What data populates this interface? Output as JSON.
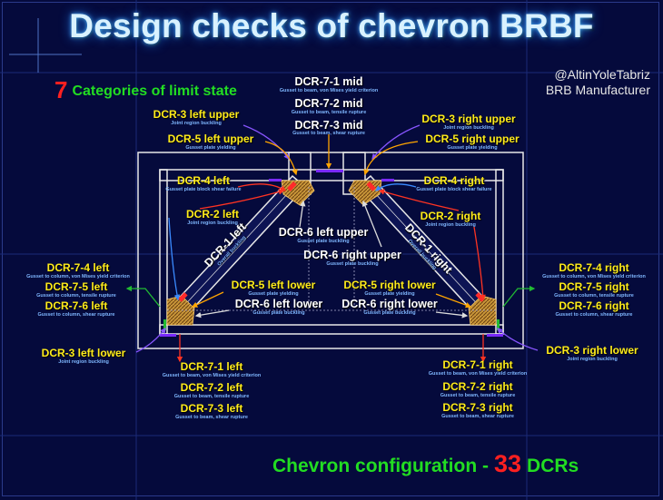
{
  "title": "Design checks of chevron BRBF",
  "categories": {
    "number": "7",
    "text": "Categories of limit state"
  },
  "brand": {
    "line1": "@AltinYoleTabriz",
    "line2": "BRB Manufacturer"
  },
  "footer": {
    "prefix": "Chevron configuration -",
    "number": "33",
    "suffix": "DCRs"
  },
  "labels": {
    "dcr71_mid": "DCR-7-1 mid",
    "dcr71_mid_sub": "Gusset to beam, von Mises yield criterion",
    "dcr72_mid": "DCR-7-2 mid",
    "dcr72_mid_sub": "Gusset to beam, tensile rupture",
    "dcr73_mid": "DCR-7-3 mid",
    "dcr73_mid_sub": "Gusset to beam, shear rupture",
    "dcr3_lu": "DCR-3 left upper",
    "dcr3_lu_sub": "Joint region buckling",
    "dcr5_lu": "DCR-5 left upper",
    "dcr5_lu_sub": "Gusset plate yielding",
    "dcr3_ru": "DCR-3 right upper",
    "dcr3_ru_sub": "Joint region buckling",
    "dcr5_ru": "DCR-5 right upper",
    "dcr5_ru_sub": "Gusset plate yielding",
    "dcr4_l": "DCR-4 left",
    "dcr4_l_sub": "Gusset plate block shear failure",
    "dcr4_r": "DCR-4 right",
    "dcr4_r_sub": "Gusset plate block shear failure",
    "dcr2_l": "DCR-2 left",
    "dcr2_l_sub": "Joint region buckling",
    "dcr2_r": "DCR-2 right",
    "dcr2_r_sub": "Joint region buckling",
    "dcr6_lu": "DCR-6 left upper",
    "dcr6_lu_sub": "Gusset plate buckling",
    "dcr6_ru": "DCR-6 right upper",
    "dcr6_ru_sub": "Gusset plate buckling",
    "dcr1_l": "DCR-1 left",
    "dcr1_l_sub": "Overall buckling",
    "dcr1_r": "DCR-1 right",
    "dcr1_r_sub": "Overall buckling",
    "dcr5_ll": "DCR-5 left lower",
    "dcr5_ll_sub": "Gusset plate yielding",
    "dcr6_ll": "DCR-6 left lower",
    "dcr6_ll_sub": "Gusset plate buckling",
    "dcr5_rl": "DCR-5 right lower",
    "dcr5_rl_sub": "Gusset plate yielding",
    "dcr6_rl": "DCR-6 right lower",
    "dcr6_rl_sub": "Gusset plate buckling",
    "dcr74_l": "DCR-7-4 left",
    "dcr74_l_sub": "Gusset to column, von Mises yield criterion",
    "dcr75_l": "DCR-7-5 left",
    "dcr75_l_sub": "Gusset to column, tensile rupture",
    "dcr76_l": "DCR-7-6 left",
    "dcr76_l_sub": "Gusset to column, shear rupture",
    "dcr74_r": "DCR-7-4 right",
    "dcr74_r_sub": "Gusset to column, von Mises yield criterion",
    "dcr75_r": "DCR-7-5 right",
    "dcr75_r_sub": "Gusset to column, tensile rupture",
    "dcr76_r": "DCR-7-6 right",
    "dcr76_r_sub": "Gusset to column, shear rupture",
    "dcr3_ll": "DCR-3 left lower",
    "dcr3_ll_sub": "Joint region buckling",
    "dcr3_rl": "DCR-3 right lower",
    "dcr3_rl_sub": "Joint region buckling",
    "dcr71_l": "DCR-7-1 left",
    "dcr71_l_sub": "Gusset to beam, von Mises yield criterion",
    "dcr72_l": "DCR-7-2 left",
    "dcr72_l_sub": "Gusset to beam, tensile rupture",
    "dcr73_l": "DCR-7-3 left",
    "dcr73_l_sub": "Gusset to beam, shear rupture",
    "dcr71_r": "DCR-7-1 right",
    "dcr71_r_sub": "Gusset to beam, von Mises yield criterion",
    "dcr72_r": "DCR-7-2 right",
    "dcr72_r_sub": "Gusset to beam, tensile rupture",
    "dcr73_r": "DCR-7-3 right",
    "dcr73_r_sub": "Gusset to beam, shear rupture"
  },
  "colors": {
    "background": "#050a3c",
    "title": "#d9f2ff",
    "label_yellow": "#ffec1a",
    "label_white": "#ffffff",
    "sub_blue": "#7fb7ff",
    "accent_red": "#ff2020",
    "accent_green": "#22dd22",
    "arrow_purple": "#8855ff",
    "arrow_red": "#ff3322",
    "arrow_green": "#22bb33",
    "arrow_orange": "#ffa500",
    "gusset_gold": "#d9a441"
  }
}
